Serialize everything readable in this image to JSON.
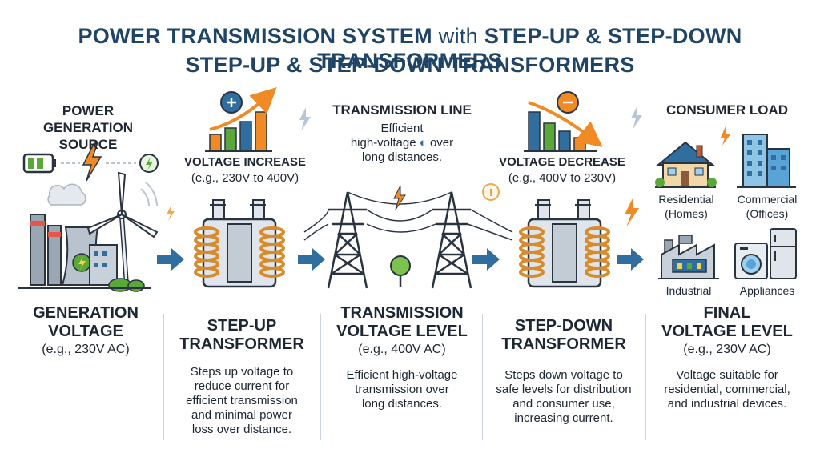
{
  "title": {
    "line1_a": "POWER TRANSMISSION SYSTEM",
    "line1_b": " with ",
    "line1_c": "STEP-UP & STEP-DOWN TRANSFORMERS",
    "line2": "STEP-UP & STEP-DOWN TRANSFORMERS"
  },
  "generation": {
    "heading_1": "POWER GENERATION",
    "heading_2": "SOURCE",
    "label_1": "GENERATION",
    "label_2": "VOLTAGE",
    "example": "(e.g., 230V AC)"
  },
  "step_up": {
    "top_label": "VOLTAGE INCREASE",
    "top_example": "(e.g., 230V to 400V)",
    "name_1": "STEP-UP",
    "name_2": "TRANSFORMER",
    "desc": [
      "Steps up voltage to",
      "reduce current for",
      "efficient transmission",
      "and minimal power",
      "loss over distance."
    ]
  },
  "transmission": {
    "heading": "TRANSMISSION LINE",
    "sub_1": "Efficient",
    "sub_2": "high-voltage",
    "sub_2b": "over",
    "sub_3": "long distances.",
    "label_1": "TRANSMISSION",
    "label_2": "VOLTAGE LEVEL",
    "example": "(e.g., 400V AC)",
    "desc": [
      "Efficient high-voltage",
      "transmission over",
      "long distances."
    ]
  },
  "step_down": {
    "top_label": "VOLTAGE DECREASE",
    "top_example": "(e.g., 400V to 230V)",
    "name_1": "STEP-DOWN",
    "name_2": "TRANSFORMER",
    "desc": [
      "Steps down voltage to",
      "safe levels for distribution",
      "and consumer use,",
      "increasing current."
    ]
  },
  "consumer": {
    "heading": "CONSUMER LOAD",
    "residential_1": "Residential",
    "residential_2": "(Homes)",
    "commercial_1": "Commercial",
    "commercial_2": "(Offices)",
    "industrial": "Industrial",
    "appliances": "Appliances",
    "label_1": "FINAL",
    "label_2": "VOLTAGE LEVEL",
    "example": "(e.g., 230V AC)",
    "desc": [
      "Voltage suitable for",
      "residential, commercial,",
      "and industrial devices."
    ]
  },
  "colors": {
    "title": "#1f4466",
    "arrow": "#2f6e9e",
    "coil": "#d98a2b",
    "bolt": "#f08a24",
    "green": "#5aa83a"
  }
}
